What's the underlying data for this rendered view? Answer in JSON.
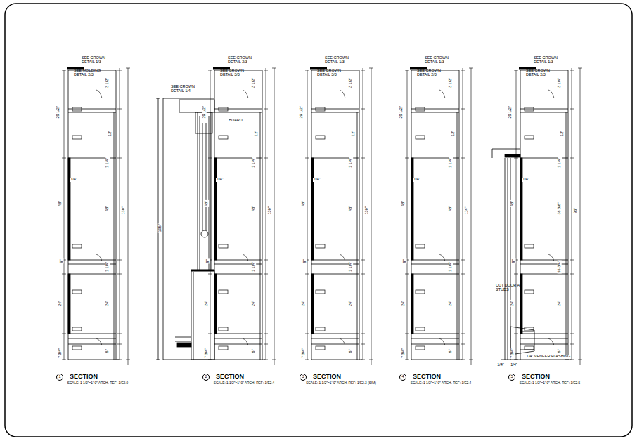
{
  "diagram": {
    "nodes": [
      {
        "text": [
          "1"
        ]
      },
      {
        "text": [
          "2"
        ]
      },
      {
        "text": [
          "3"
        ]
      },
      {
        "text": [
          "4"
        ]
      },
      {
        "text": [
          "5"
        ]
      }
    ],
    "labels": [
      "SEE CROWN DETAIL 1/3",
      "SEE MOLDING DETAIL 2/3",
      "3 1/2\"",
      "12\"",
      "1 1/4\"",
      "48\"",
      "1 1/4\"",
      "24\"",
      "6\"",
      "130\"",
      "29 1/2\"",
      "48\"",
      "9\"",
      "24\"",
      "7 3/4\"",
      "1/4\"",
      "SECTION",
      "SCALE: 1 1/2\"=1'-0\"   ARCH. REF: 1/E2.0",
      "SEE CROWN DETAIL 2/3",
      "SEE CROWN DETAIL 3/3",
      "3 1/2\"",
      "12\"",
      "1 1/4\"",
      "48\"",
      "1 1/4\"",
      "24\"",
      "6\"",
      "130\"",
      "29 1/2\"",
      "48\"",
      "9\"",
      "24\"",
      "7 3/4\"",
      "1/4\"",
      "SECTION",
      "SCALE: 1 1/2\"=1'-0\"   ARCH. REF: 1/E2.4",
      "SEE CROWN DETAIL 1/3",
      "SEE CROWN DETAIL 3/3",
      "3 1/2\"",
      "12\"",
      "1 1/4\"",
      "48\"",
      "1 1/4\"",
      "24\"",
      "6\"",
      "130\"",
      "29 1/2\"",
      "48\"",
      "9\"",
      "24\"",
      "7 3/4\"",
      "1/4\"",
      "SECTION",
      "SCALE: 1 1/2\"=1'-0\"   ARCH. REF: 1/E2.3 (SIM)",
      "SEE CROWN DETAIL 1/3",
      "SEE CROWN DETAIL 2/3",
      "3 1/2\"",
      "12\"",
      "1 1/4\"",
      "48\"",
      "1 1/4\"",
      "24\"",
      "6\"",
      "114\"",
      "29 1/2\"",
      "48\"",
      "9\"",
      "24\"",
      "7 3/4\"",
      "1/4\"",
      "SECTION",
      "SCALE: 1 1/2\"=1'-0\"   ARCH. REF: 1/E2.4",
      "SEE CROWN DETAIL 1/3",
      "SEE CROWN DETAIL 2/3",
      "3 1/4\"",
      "12\"",
      "1 1/4\"",
      "38 3/8\"",
      "55 3/4\"",
      "24\"",
      "6\"",
      "96\"",
      "29 1/2\"",
      "48\"",
      "9\"",
      "24\"",
      "7 3/4\"",
      "1/4\"",
      "SECTION",
      "SCALE: 1 1/2\"=1'-0\"   ARCH. REF: 1/E2.5",
      "SEE CROWN DETAIL 1/4",
      "105\"",
      "BOARD",
      "CUT DOOR AT STUDS",
      "1/4\" VENEER FLASHING",
      "1/4\"",
      "1/4\""
    ]
  }
}
